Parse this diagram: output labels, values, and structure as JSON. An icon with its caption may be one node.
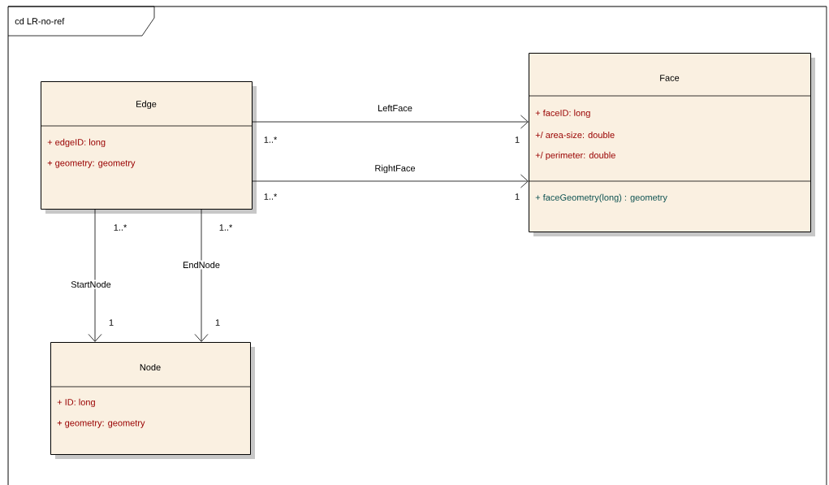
{
  "diagram": {
    "nodes": [
      {
        "text": [
          "cd LR-no-ref"
        ]
      },
      {
        "text": [
          "Edge",
          "+ edgeID: long",
          "+ geometry: geometry"
        ],
        "in": 0
      },
      {
        "text": [
          "Face",
          "+ faceID: long",
          "+/ area-size: double",
          "+/ perimeter: double",
          "+ faceGeometry(long) : geometry"
        ],
        "in": 0
      },
      {
        "text": [
          "Node",
          "+ ID: long",
          "+ geometry: geometry"
        ],
        "in": 0
      }
    ],
    "edges": [
      {
        "from": 1,
        "to": 2,
        "arrow": "to",
        "label": "LeftFace"
      },
      {
        "from": 1,
        "to": 2,
        "arrow": "to",
        "label": "RightFace"
      },
      {
        "from": 1,
        "to": 3,
        "arrow": "to",
        "label": "StartNode"
      },
      {
        "from": 1,
        "to": 3,
        "arrow": "to",
        "label": "EndNode"
      }
    ],
    "labels": [
      "1..*",
      "1",
      "1..*",
      "1",
      "1..*",
      "1..*",
      "1",
      "1"
    ]
  }
}
